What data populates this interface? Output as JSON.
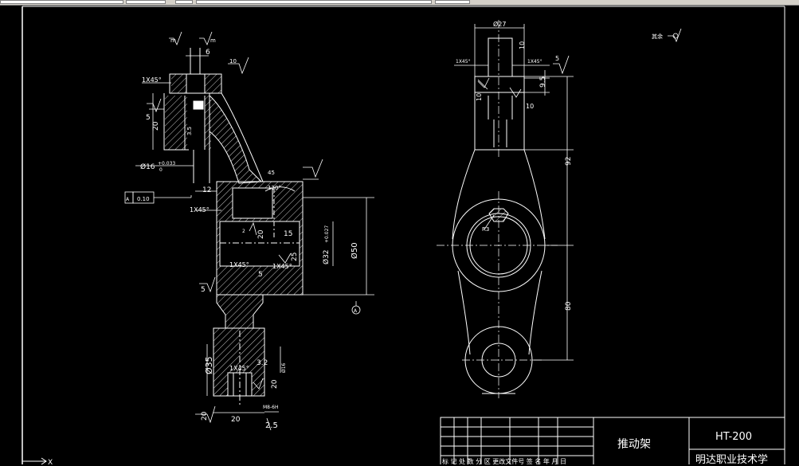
{
  "app": {
    "canvas_color": "#000000",
    "line_color": "#ffffff",
    "dim_color": "#ffffff"
  },
  "toolbar": {
    "icons": [
      "toolbar-field",
      "toolbar-button",
      "toolbar-dropdown"
    ]
  },
  "title_block": {
    "part_name": "推动架",
    "material": "HT-200",
    "school": "明达职业技术学",
    "header_row": "标 记 处 数  分  区  更改文件号 签  名 年 月 日"
  },
  "annotations": {
    "other_roughness": "其余",
    "datum_label": "A",
    "tolerance_value": "0.10",
    "tolerance_datum": "A"
  },
  "dims_left": {
    "d1": "1X45°",
    "d2": "6",
    "d3": "10",
    "d4": "5",
    "d5": "20",
    "d6": "3.5",
    "d7": "Ø16",
    "d7_tol_up": "+0.033",
    "d7_tol_low": "0",
    "d8": "12",
    "d9": "45",
    "d10": "120°",
    "d11": "1X45°",
    "d12": "2",
    "d13": "20",
    "d14": "15",
    "d15": "Ø32",
    "d15_tol": "+0.027",
    "d16": "Ø50",
    "d17": "1X45°",
    "d18": "5",
    "d19": "1X45°",
    "d20": "25",
    "d21": "5",
    "d22": "Ø35",
    "d23": "1X45°",
    "d24": "3.2",
    "d25": "Ø16",
    "d26": "20",
    "d27": "20",
    "d28": "20",
    "d29": "M8-6H",
    "d30": "2.5",
    "d31": "m",
    "d32": "m"
  },
  "dims_right": {
    "d1": "Ø27",
    "d2": "10",
    "d3": "1X45°",
    "d4": "1X45°",
    "d5": "5",
    "d6": "9.5",
    "d7": "10",
    "d8": "10",
    "d9": "92",
    "d10": "R3",
    "d11": "80"
  }
}
